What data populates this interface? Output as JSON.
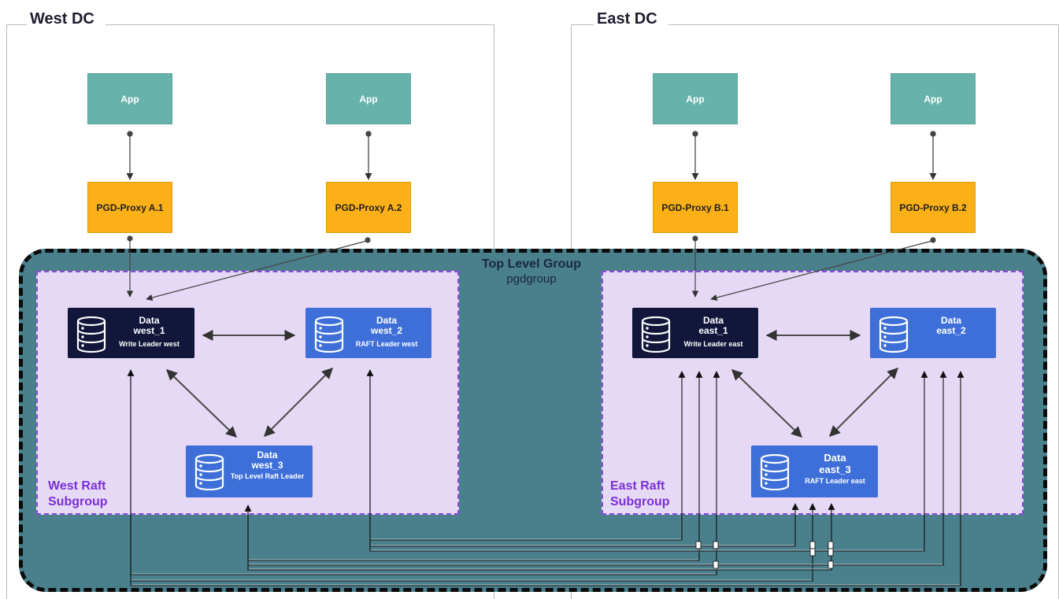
{
  "west_dc": {
    "title": "West DC"
  },
  "east_dc": {
    "title": "East DC"
  },
  "top_level_group": {
    "title": "Top Level Group",
    "name": "pgdgroup"
  },
  "west": {
    "subgroup_label": [
      "West Raft",
      "Subgroup"
    ],
    "apps": [
      "App",
      "App"
    ],
    "proxies": [
      "PGD-Proxy A.1",
      "PGD-Proxy A.2"
    ],
    "nodes": {
      "n1": {
        "line1": "Data",
        "line2": "west_1",
        "line3": "Write Leader west"
      },
      "n2": {
        "line1": "Data",
        "line2": "west_2",
        "line3": "RAFT Leader west"
      },
      "n3": {
        "line1": "Data",
        "line2": "west_3",
        "line3": "Top Level Raft Leader"
      }
    }
  },
  "east": {
    "subgroup_label": [
      "East Raft",
      "Subgroup"
    ],
    "apps": [
      "App",
      "App"
    ],
    "proxies": [
      "PGD-Proxy B.1",
      "PGD-Proxy B.2"
    ],
    "nodes": {
      "n1": {
        "line1": "Data",
        "line2": "east_1",
        "line3": "Write Leader east"
      },
      "n2": {
        "line1": "Data",
        "line2": "east_2",
        "line3": ""
      },
      "n3": {
        "line1": "Data",
        "line2": "east_3",
        "line3": "RAFT Leader east"
      }
    }
  },
  "colors": {
    "app": "#67b2ab",
    "proxy": "#fbb017",
    "top_group": "#4a7f8c",
    "subgroup_fill": "#e6d9f5",
    "subgroup_border": "#8e47e0",
    "write_leader": "#11163a",
    "data_node": "#3e6fd9"
  },
  "icons": {
    "data_node": "database-icon"
  }
}
